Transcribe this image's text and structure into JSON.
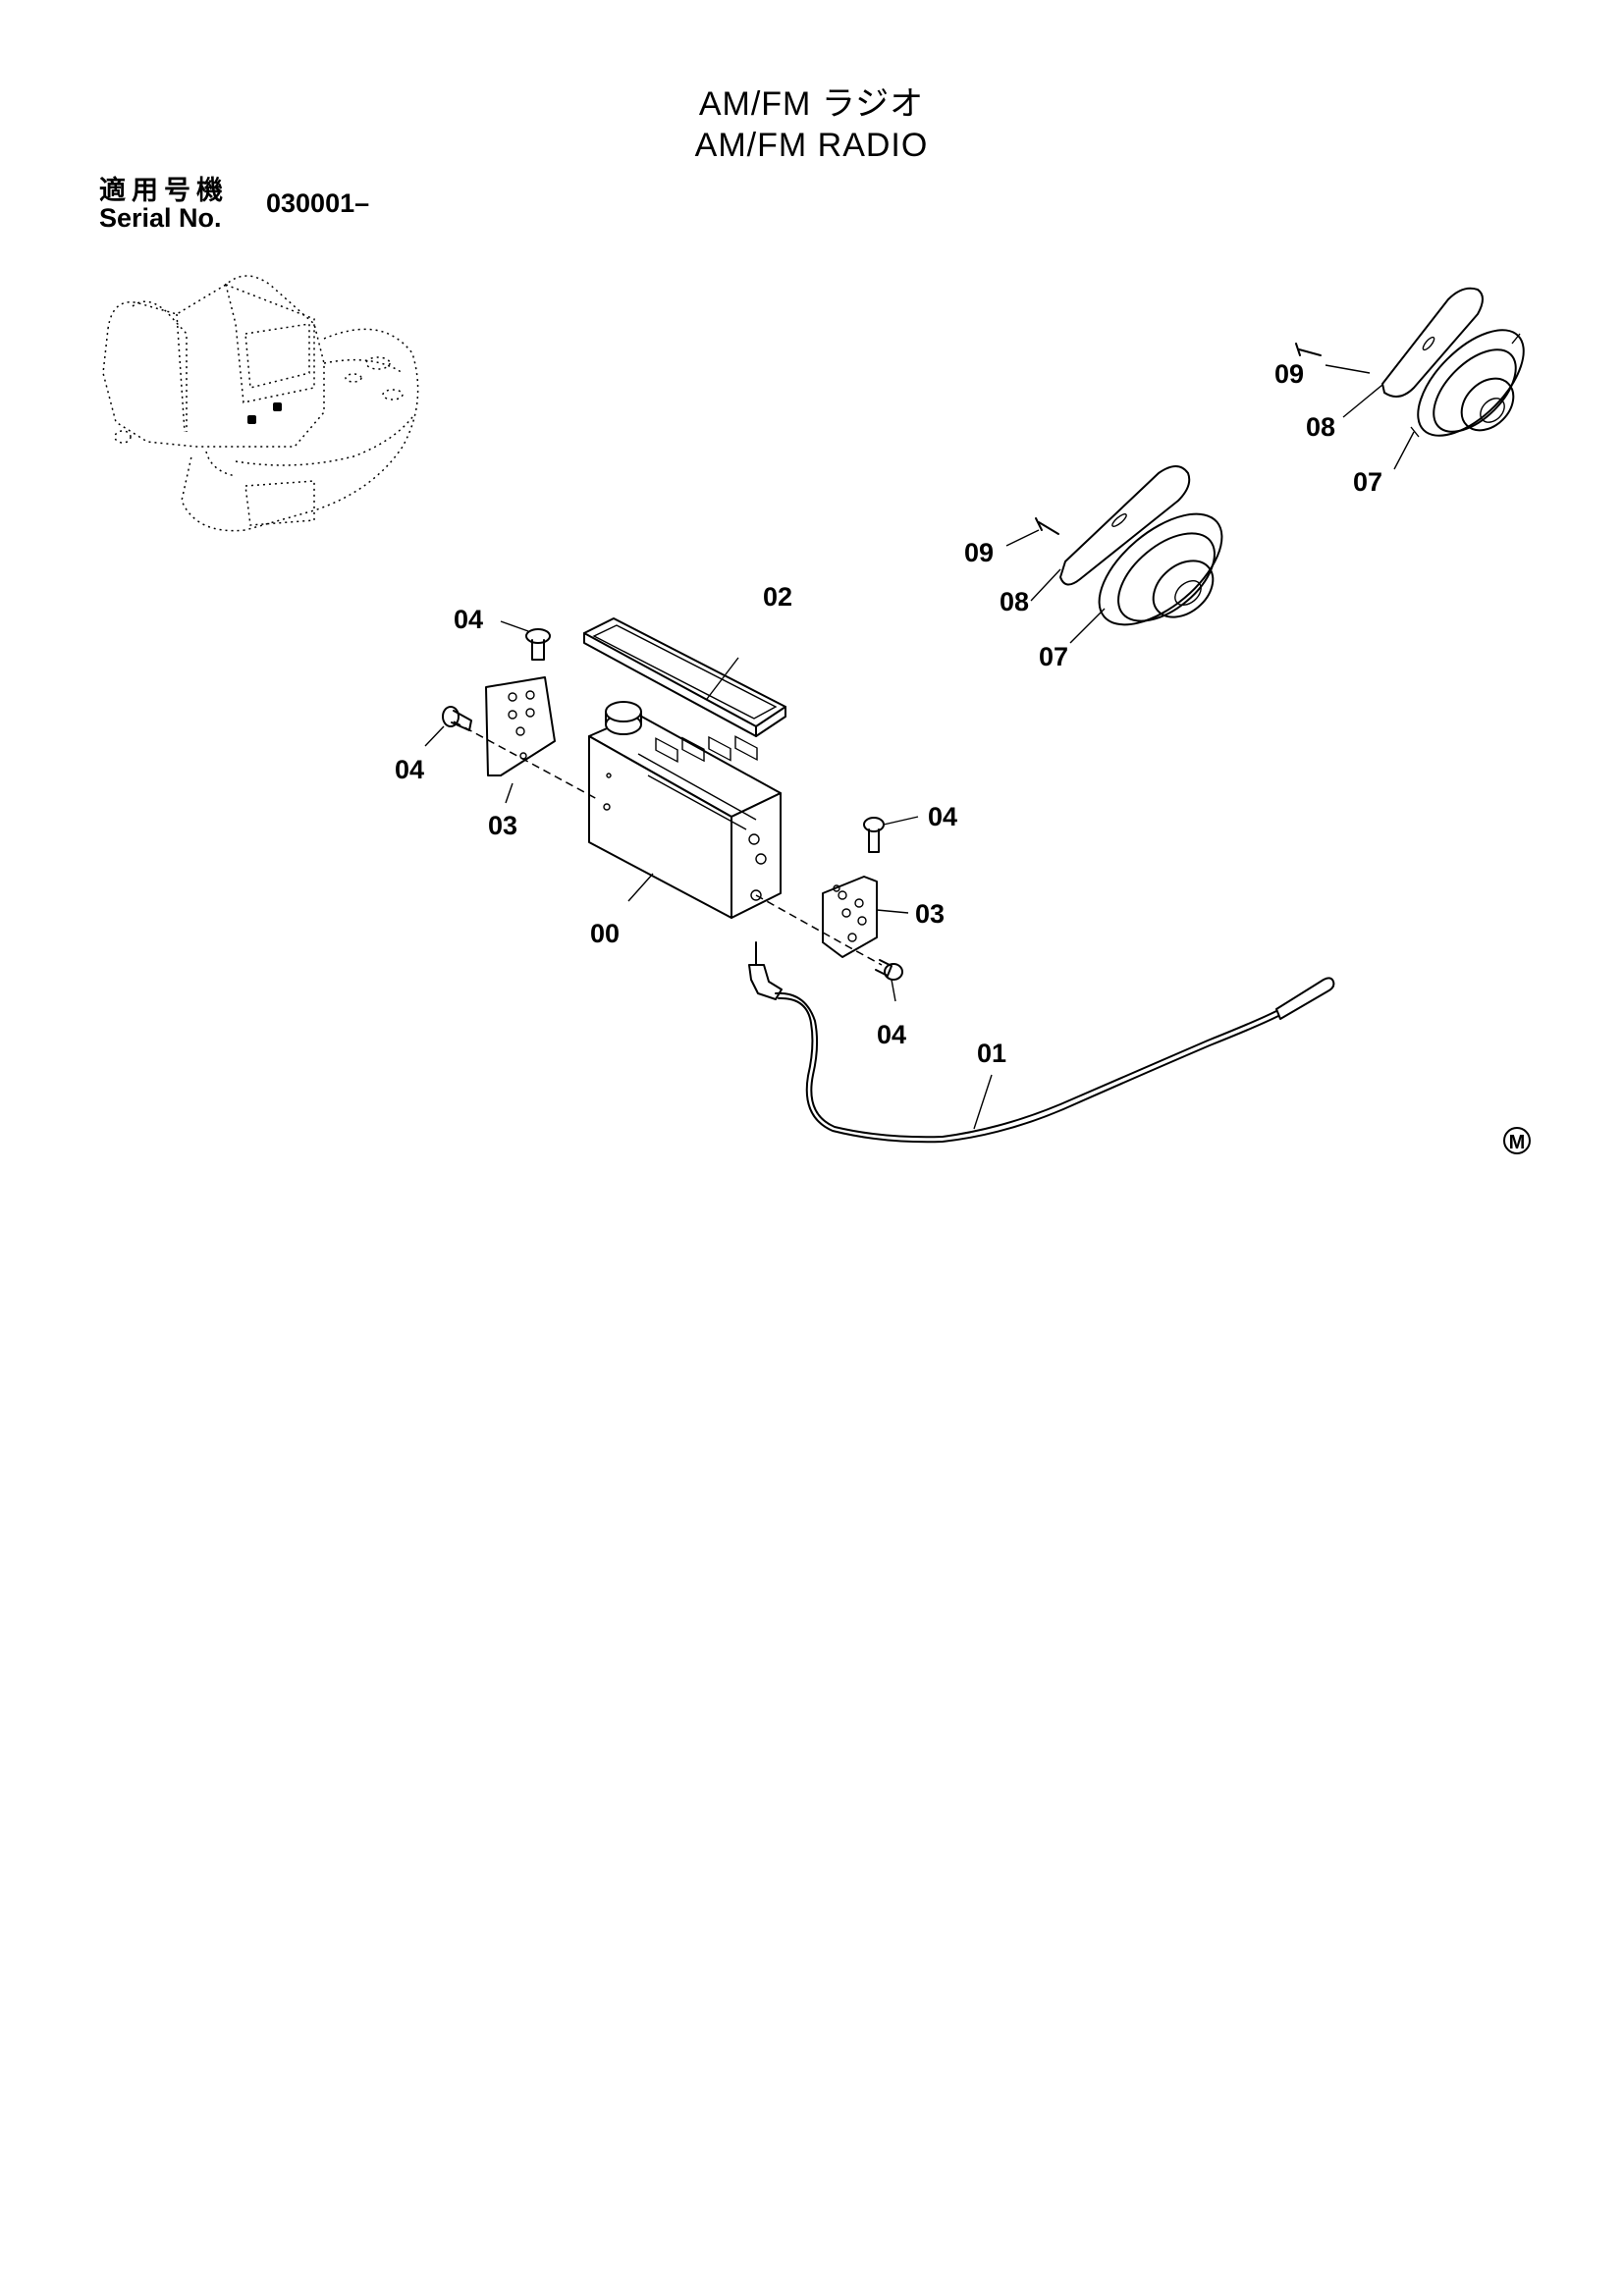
{
  "title": {
    "japanese": "AM/FM ラジオ",
    "english": "AM/FM RADIO"
  },
  "serial": {
    "label_jp": "適用号機",
    "label_en": "Serial No.",
    "value": "030001–"
  },
  "callouts": {
    "c00": "00",
    "c01": "01",
    "c02": "02",
    "c03_left": "03",
    "c03_right": "03",
    "c04_top_left": "04",
    "c04_mid_left": "04",
    "c04_top_right": "04",
    "c04_bottom_right": "04",
    "c07_lower": "07",
    "c08_lower": "08",
    "c09_lower": "09",
    "c07_upper": "07",
    "c08_upper": "08",
    "c09_upper": "09"
  },
  "mark": "M"
}
